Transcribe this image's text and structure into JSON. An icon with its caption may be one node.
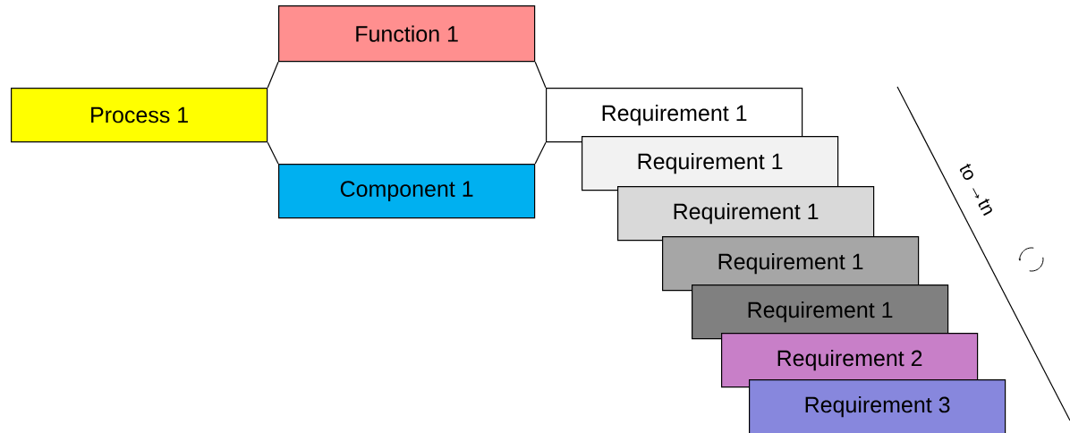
{
  "diagram": {
    "nodes": [
      {
        "text": [
          "Function 1"
        ]
      },
      {
        "text": [
          "Process 1"
        ]
      },
      {
        "text": [
          "Component 1"
        ]
      },
      {
        "text": [
          "Requirement 1"
        ]
      },
      {
        "text": [
          "Requirement 1"
        ]
      },
      {
        "text": [
          "Requirement 1"
        ]
      },
      {
        "text": [
          "Requirement 1"
        ]
      },
      {
        "text": [
          "Requirement 1"
        ]
      },
      {
        "text": [
          "Requirement 2"
        ]
      },
      {
        "text": [
          "Requirement 3"
        ]
      }
    ],
    "edges": [
      {
        "from": 1,
        "to": 0,
        "arrow": "none"
      },
      {
        "from": 1,
        "to": 2,
        "arrow": "none"
      },
      {
        "from": 0,
        "to": 3,
        "arrow": "none"
      },
      {
        "from": 2,
        "to": 3,
        "arrow": "none"
      }
    ],
    "labels": [
      "to →tn"
    ]
  }
}
